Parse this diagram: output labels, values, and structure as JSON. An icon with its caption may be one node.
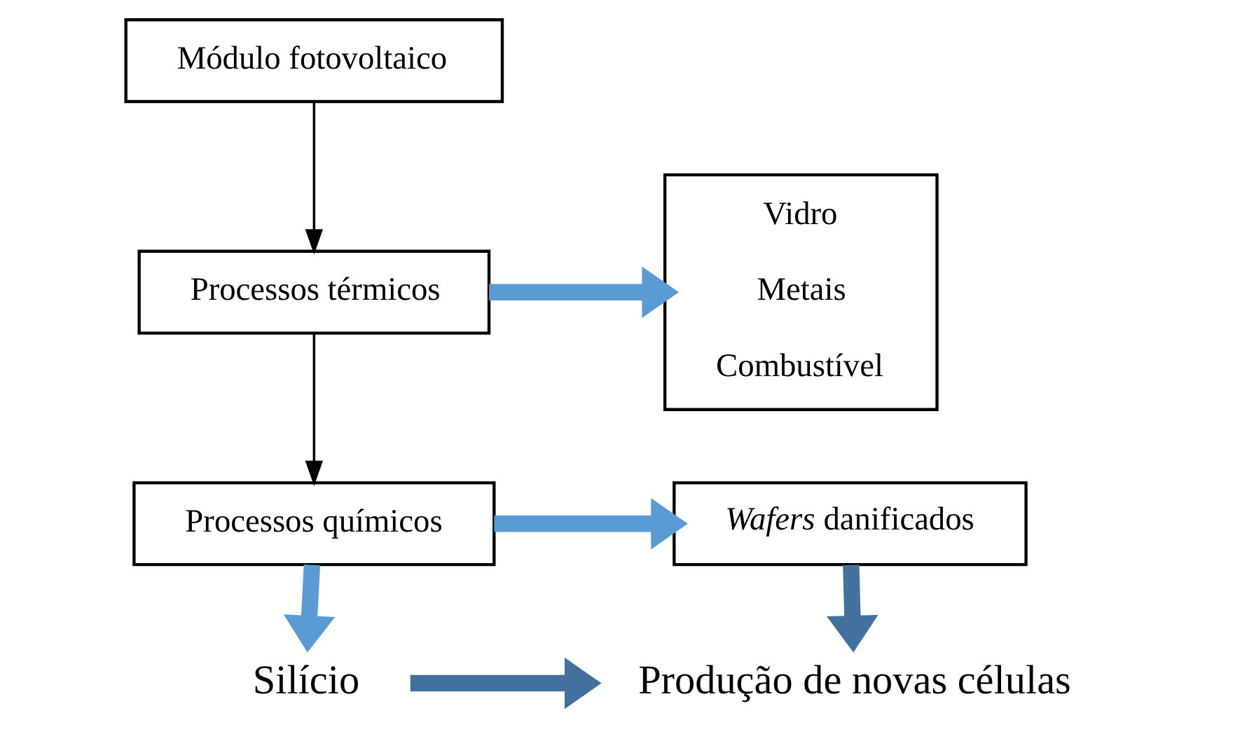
{
  "diagram": {
    "nodes": [
      {
        "text": [
          "Módulo fotovoltaico"
        ]
      },
      {
        "text": [
          "Processos térmicos"
        ]
      },
      {
        "text": [
          "Vidro",
          "Metais",
          "Combustível"
        ]
      },
      {
        "text": [
          "Processos químicos"
        ]
      },
      {
        "text": [
          "*Wafers* danificados"
        ]
      },
      {
        "text": [
          "Silício"
        ]
      },
      {
        "text": [
          "Produção de novas células"
        ]
      }
    ],
    "edges": [
      {
        "from": 0,
        "to": 1,
        "arrow": "to",
        "color": "#000000"
      },
      {
        "from": 1,
        "to": 2,
        "arrow": "to",
        "color": "#5b9bd5"
      },
      {
        "from": 1,
        "to": 3,
        "arrow": "to",
        "color": "#000000"
      },
      {
        "from": 3,
        "to": 4,
        "arrow": "to",
        "color": "#5b9bd5"
      },
      {
        "from": 3,
        "to": 5,
        "arrow": "to",
        "color": "#5b9bd5"
      },
      {
        "from": 4,
        "to": 6,
        "arrow": "to",
        "color": "#41719c"
      },
      {
        "from": 5,
        "to": 6,
        "arrow": "to",
        "color": "#41719c"
      }
    ]
  }
}
